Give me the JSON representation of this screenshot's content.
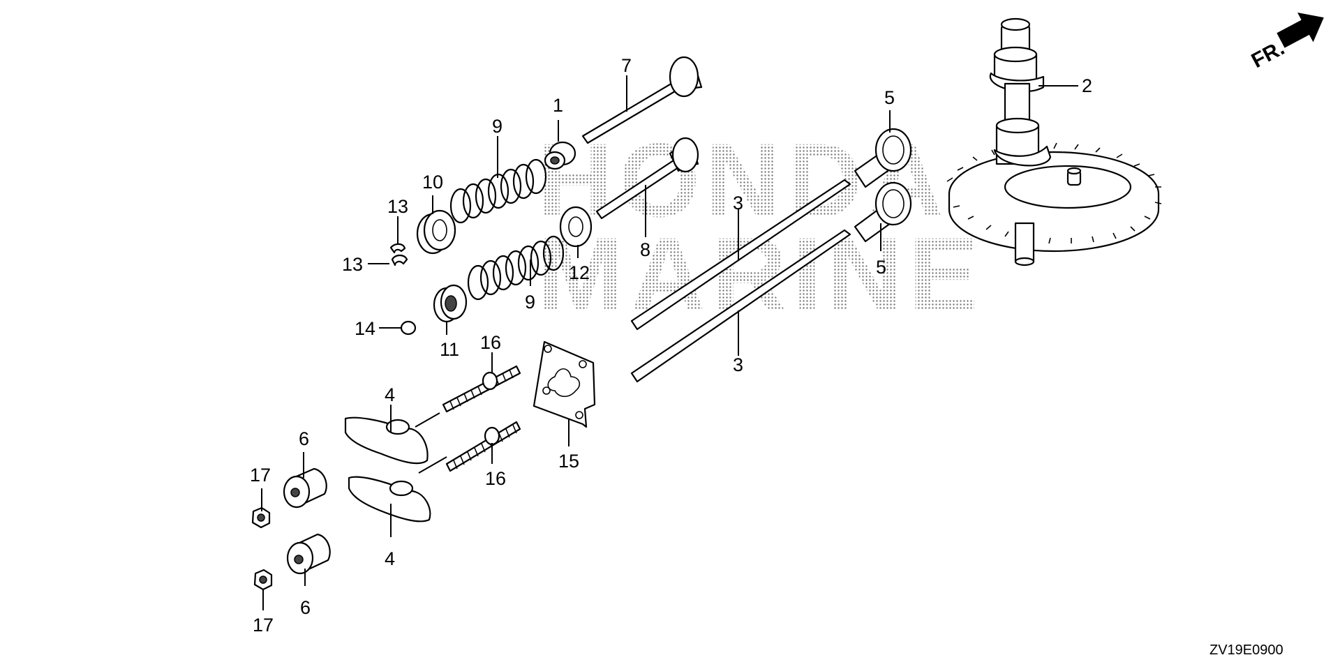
{
  "diagram": {
    "code": "ZV19E0900",
    "direction_label": "FR.",
    "watermark": [
      "HONDA",
      "MARINE"
    ]
  },
  "callouts": [
    "1",
    "2",
    "3",
    "3",
    "4",
    "4",
    "5",
    "5",
    "6",
    "6",
    "7",
    "8",
    "9",
    "9",
    "10",
    "11",
    "12",
    "13",
    "13",
    "14",
    "15",
    "16",
    "16",
    "17",
    "17"
  ]
}
